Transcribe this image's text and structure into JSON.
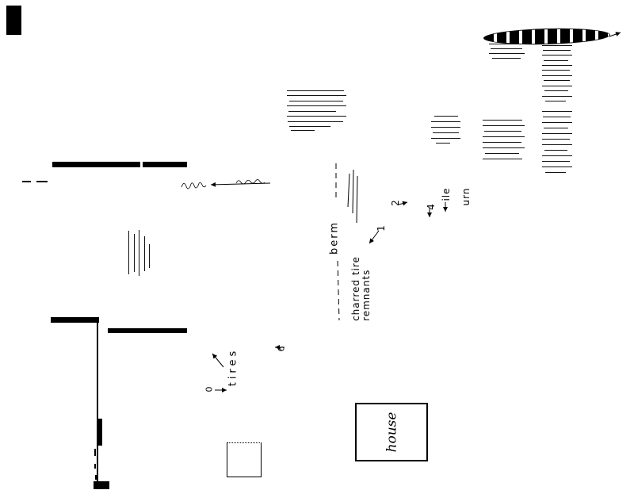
{
  "page": {
    "paper_color": "#ffffff",
    "ink_color": "#000000",
    "orientation_note": "hand-drawn sketch scanned sideways; all text rotated 90 degrees"
  },
  "sketch": {
    "labels": {
      "berm": "berm",
      "charred_tire_line1": "charred tire",
      "charred_tire_line2": "remnants",
      "urn": "urn",
      "ile": "ile",
      "tires": "tires",
      "house": "house"
    },
    "markers": {
      "m0": "0",
      "m1": "1",
      "m2": "2",
      "m4": "4",
      "m6": "6"
    }
  }
}
